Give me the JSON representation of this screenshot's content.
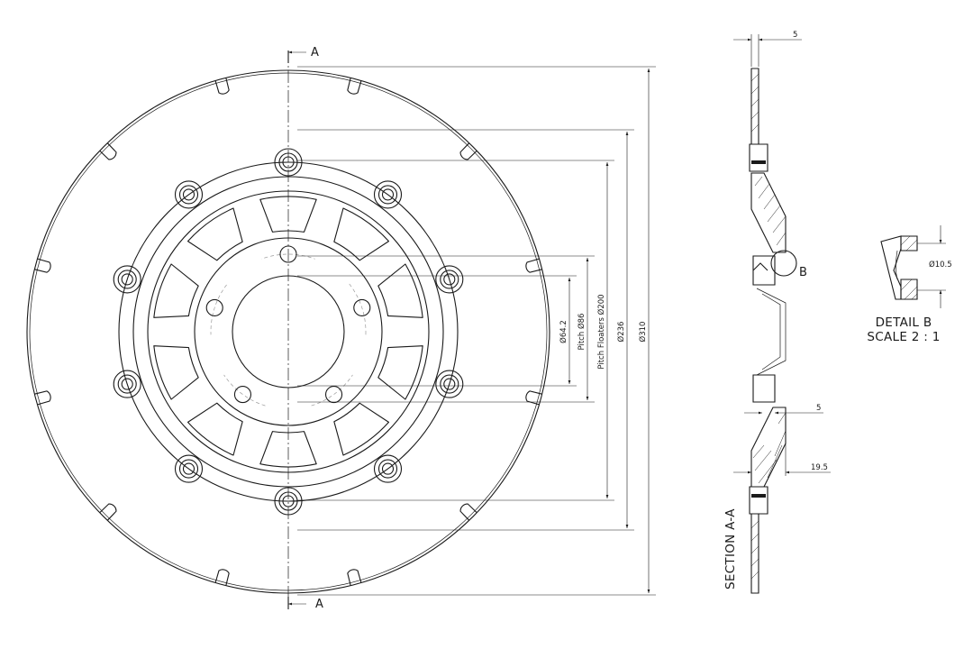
{
  "front_view": {
    "section_marker_top": "A",
    "section_marker_bottom": "A",
    "dimensions": {
      "outer": "Ø310",
      "outer_ring": "Ø236",
      "pitch_floaters": "Pitch Floaters Ø200",
      "pitch_bolts": "Pitch Ø86",
      "bore": "Ø64.2"
    }
  },
  "section_view": {
    "title": "SECTION A-A",
    "detail_callout": "B",
    "dimensions": {
      "thickness_top": "5",
      "thickness_mid": "5",
      "offset": "19.5"
    }
  },
  "detail_view": {
    "title": "DETAIL B",
    "scale": "SCALE 2 : 1",
    "hole_dimension": "Ø10.5"
  },
  "colors": {
    "line": "#1a1a1a",
    "hidden_line": "#9a9a9a",
    "background": "#ffffff"
  }
}
